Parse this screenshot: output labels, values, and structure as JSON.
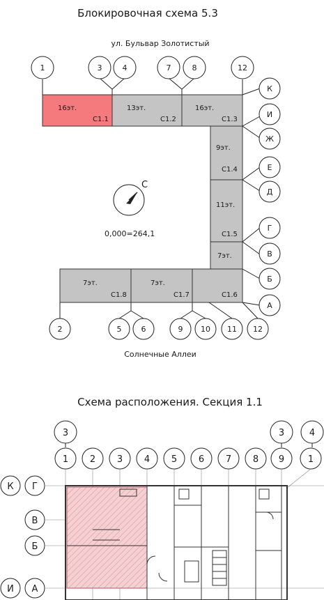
{
  "top_scheme": {
    "title": "Блокировочная схема 5.3",
    "street_top": "ул. Бульвар Золотистый",
    "street_bottom": "Солнечные Аллеи",
    "compass_letter": "С",
    "level": "0,000=264,1",
    "colors": {
      "highlight": "#f47a7d",
      "block": "#c4c4c4",
      "stroke": "#333333"
    },
    "axes_top": [
      "1",
      "3",
      "4",
      "7",
      "8",
      "12"
    ],
    "axes_bottom": [
      "2",
      "5",
      "6",
      "9",
      "10",
      "11",
      "12"
    ],
    "axes_right": [
      "К",
      "И",
      "Ж",
      "Е",
      "Д",
      "Г",
      "В",
      "Б",
      "А"
    ],
    "blocks": [
      {
        "floors": "16эт.",
        "code": "С1.1",
        "highlight": true
      },
      {
        "floors": "13эт.",
        "code": "С1.2",
        "highlight": false
      },
      {
        "floors": "16эт.",
        "code": "С1.3",
        "highlight": false
      },
      {
        "floors": "9эт.",
        "code": "С1.4",
        "highlight": false
      },
      {
        "floors": "11эт.",
        "code": "С1.5",
        "highlight": false
      },
      {
        "floors": "7эт.",
        "code": "С1.6",
        "highlight": false
      },
      {
        "floors": "7эт.",
        "code": "С1.7",
        "highlight": false
      },
      {
        "floors": "7эт.",
        "code": "С1.8",
        "highlight": false
      }
    ]
  },
  "bottom_scheme": {
    "title": "Схема расположения. Секция 1.1",
    "axes_top_upper": [
      "3",
      "3",
      "4"
    ],
    "axes_top": [
      "1",
      "2",
      "3",
      "4",
      "5",
      "6",
      "7",
      "8",
      "9",
      "1"
    ],
    "axes_left": [
      "К",
      "Г",
      "В",
      "Б",
      "И",
      "А"
    ],
    "colors": {
      "highlight": "#f2c4c6",
      "hatch": "#d98a8e"
    }
  }
}
